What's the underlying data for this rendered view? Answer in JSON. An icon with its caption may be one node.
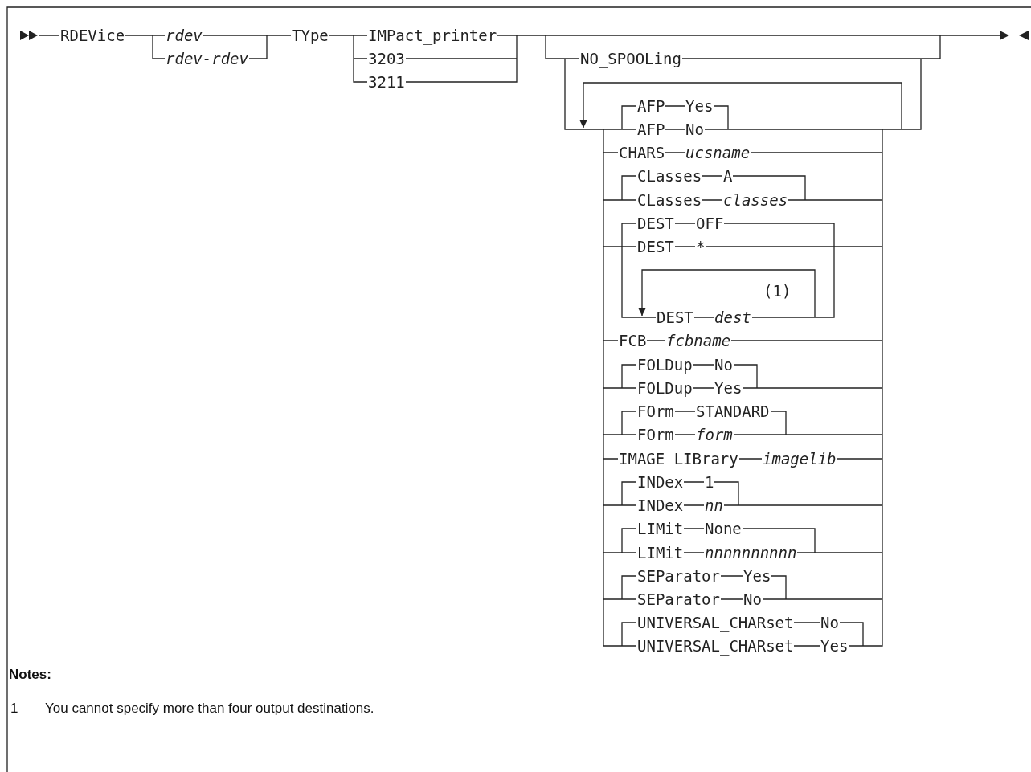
{
  "diagram": {
    "labels": [
      "RDEVice",
      "rdev",
      "rdev-rdev",
      "TYpe",
      "IMPact_printer",
      "3203",
      "3211",
      "NO_SPOOLing",
      "AFP",
      "Yes",
      "AFP",
      "No",
      "CHARS",
      "ucsname",
      "CLasses",
      "A",
      "CLasses",
      "classes",
      "DEST",
      "OFF",
      "DEST",
      "*",
      "(1)",
      "DEST",
      "dest",
      "FCB",
      "fcbname",
      "FOLDup",
      "No",
      "FOLDup",
      "Yes",
      "FOrm",
      "STANDARD",
      "FOrm",
      "form",
      "IMAGE_LIBrary",
      "imagelib",
      "INDex",
      "1",
      "INDex",
      "nn",
      "LIMit",
      "None",
      "LIMit",
      "nnnnnnnnnn",
      "SEParator",
      "Yes",
      "SEParator",
      "No",
      "UNIVERSAL_CHARset",
      "No",
      "UNIVERSAL_CHARset",
      "Yes",
      "Notes:",
      "1",
      "You cannot specify more than four output destinations."
    ]
  }
}
